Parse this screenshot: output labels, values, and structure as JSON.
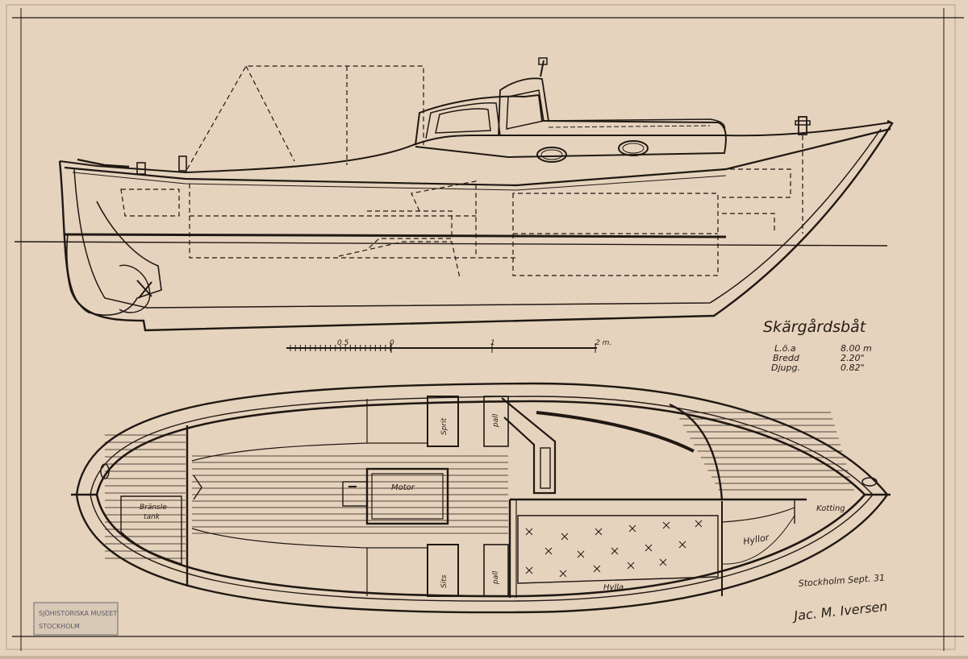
{
  "title": "Skärgårdsbåt",
  "specs": [
    {
      "label": "L.ö.a",
      "value": "8.00 m"
    },
    {
      "label": "Bredd",
      "value": "2.20\""
    },
    {
      "label": "Djupg.",
      "value": "0.82\""
    }
  ],
  "scale_labels": [
    "0.5",
    "0",
    "1",
    "2 m."
  ],
  "plan_labels": {
    "motor": "Motor",
    "fuel_tank": "Bränsle-\ntank",
    "spirit": "Sprit",
    "pall_top": "pall",
    "pall_bottom": "pall",
    "sits": "Sits",
    "hylla": "Hylla",
    "hyllor": "Hyllor",
    "kotting": "Kotting"
  },
  "place_date": "Stockholm Sept. 31",
  "signature": "Jac. M. Iversen",
  "stamp": {
    "line1": "SJÖHISTORISKA MUSEET",
    "line2": "STOCKHOLM"
  },
  "colors": {
    "paper": "#e6d3bd",
    "ink": "#1f1813",
    "border": "#cbb59c"
  }
}
